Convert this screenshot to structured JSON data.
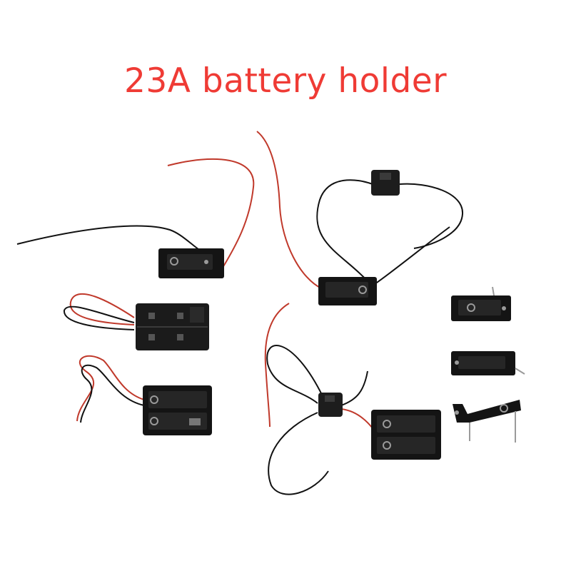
{
  "title": "23A battery holder",
  "colors": {
    "background": "#ffffff",
    "title": "#ef3b35",
    "plastic": "#141414",
    "wire_red": "#c0392b",
    "wire_black": "#111111",
    "metal": "#9a9a9a"
  },
  "image": {
    "products": [
      {
        "kind": "1-cell holder with leads",
        "icon": "battery-holder"
      },
      {
        "kind": "2-cell covered box with leads",
        "icon": "battery-box"
      },
      {
        "kind": "2-cell holder with leads",
        "icon": "battery-holder"
      },
      {
        "kind": "1-cell holder with inline switch",
        "icon": "battery-holder"
      },
      {
        "kind": "2-cell holder with inline switch",
        "icon": "battery-holder"
      },
      {
        "kind": "1-cell PCB holder",
        "icon": "pcb-holder"
      },
      {
        "kind": "1-cell PCB holder",
        "icon": "pcb-holder"
      },
      {
        "kind": "1-cell open PCB holder",
        "icon": "pcb-holder"
      }
    ]
  }
}
